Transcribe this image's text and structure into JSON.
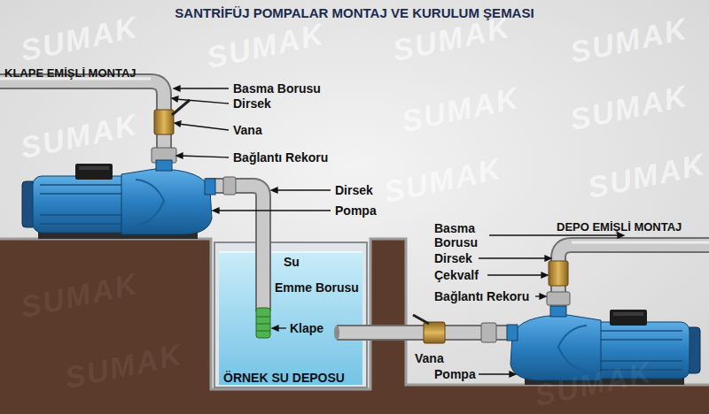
{
  "diagram": {
    "title": "SANTRİFÜJ POMPALAR MONTAJ VE KURULUM ŞEMASI",
    "labels": [
      "KLAPE EMİŞLİ MONTAJ",
      "Basma Borusu",
      "Dirsek",
      "Vana",
      "Bağlantı Rekoru",
      "Dirsek",
      "Pompa",
      "Su",
      "Emme Borusu",
      "Klape",
      "ÖRNEK SU DEPOSU",
      "Basma Borusu",
      "DEPO EMİŞLİ MONTAJ",
      "Dirsek",
      "Çekvalf",
      "Bağlantı Rekoru",
      "Vana",
      "Pompa",
      "SUMAK",
      "SUMAK",
      "SUMAK",
      "SUMAK",
      "SUMAK",
      "SUMAK",
      "SUMAK",
      "SUMAK",
      "SUMAK",
      "SUMAK",
      "SUMAK",
      "SUMAK"
    ]
  }
}
